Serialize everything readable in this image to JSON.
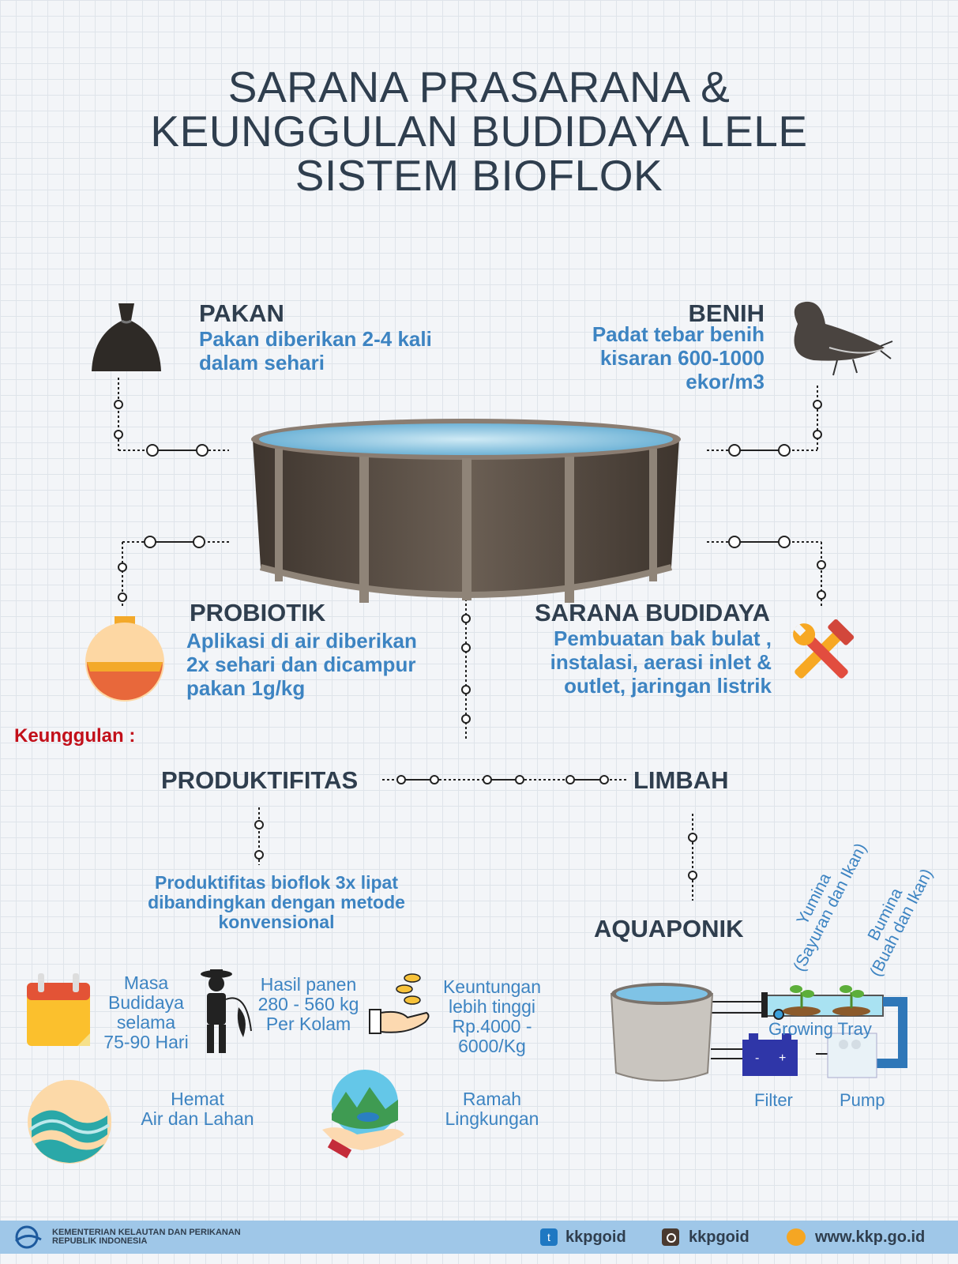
{
  "title": {
    "line1": "SARANA PRASARANA &",
    "line2": "KEUNGGULAN BUDIDAYA LELE",
    "line3": "SISTEM BIOFLOK"
  },
  "pakan": {
    "heading": "PAKAN",
    "line1": "Pakan diberikan 2-4 kali",
    "line2": "dalam sehari",
    "icon": "feed-bag-icon"
  },
  "benih": {
    "heading": "BENIH",
    "line1": "Padat tebar benih",
    "line2": "kisaran 600-1000",
    "line3": "ekor/m3",
    "icon": "catfish-icon"
  },
  "probiotik": {
    "heading": "PROBIOTIK",
    "line1": "Aplikasi di air diberikan",
    "line2": "2x sehari dan dicampur",
    "line3": "pakan 1g/kg",
    "icon": "flask-icon"
  },
  "sarana": {
    "heading": "SARANA BUDIDAYA",
    "line1": "Pembuatan bak bulat ,",
    "line2": "instalasi, aerasi inlet &",
    "line3": "outlet, jaringan listrik",
    "icon": "tools-icon"
  },
  "keunggulan_label": "Keunggulan :",
  "produktifitas": {
    "heading": "PRODUKTIFITAS",
    "line1": "Produktifitas bioflok 3x lipat",
    "line2": "dibandingkan dengan metode",
    "line3": "konvensional"
  },
  "limbah": {
    "heading": "LIMBAH"
  },
  "aquaponik": {
    "heading": "AQUAPONIK",
    "yumina1": "Yumina",
    "yumina2": "(Sayuran dan Ikan)",
    "bumina1": "Bumina",
    "bumina2": "(Buah dan Ikan)",
    "growing_tray": "Growing Tray",
    "filter": "Filter",
    "pump": "Pump"
  },
  "benefits": {
    "masa": [
      "Masa",
      "Budidaya",
      "selama",
      "75-90 Hari"
    ],
    "hasil": [
      "Hasil panen",
      "280 - 560 kg",
      "Per Kolam"
    ],
    "untung": [
      "Keuntungan",
      "lebih tinggi",
      "Rp.4000 -",
      "6000/Kg"
    ],
    "hemat": [
      "Hemat",
      "Air dan Lahan"
    ],
    "ramah": [
      "Ramah",
      "Lingkungan"
    ]
  },
  "footer": {
    "ministry1": "KEMENTERIAN KELAUTAN DAN PERIKANAN",
    "ministry2": "REPUBLIK INDONESIA",
    "twitter": "kkpgoid",
    "instagram": "kkpgoid",
    "website": "www.kkp.go.id"
  },
  "colors": {
    "text_dark": "#2f3e4e",
    "text_blue": "#3d84c2",
    "accent_red": "#c2101a",
    "footer_bar": "#9fc7e8",
    "pool_wall": "#5c5148",
    "pool_water": "#9fd3ea"
  }
}
